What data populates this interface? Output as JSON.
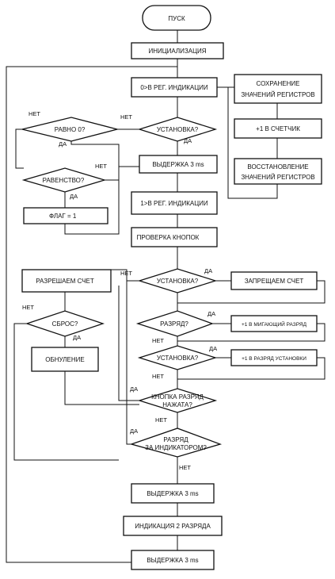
{
  "flowchart": {
    "start": "ПУСК",
    "init": "ИНИЦИАЛИЗАЦИЯ",
    "reg_ind_0": "0>В РЕГ. ИНДИКАЦИИ",
    "save_regs": [
      "СОХРАНЕНИЕ",
      "ЗНАЧЕНИЙ РЕГИСТРОВ"
    ],
    "counter_inc": "+1 В СЧЕТЧИК",
    "restore_regs": [
      "ВОССТАНОВЛЕНИЕ",
      "ЗНАЧЕНИЙ РЕГИСТРОВ"
    ],
    "equals_zero": "РАВНО 0?",
    "setup_q1": "УСТАНОВКА?",
    "delay1": "ВЫДЕРЖКА 3 ms",
    "equality": "РАВЕНСТВО?",
    "flag": "ФЛАГ = 1",
    "reg_ind_1": "1>В РЕГ. ИНДИКАЦИИ",
    "check_buttons": "ПРОВЕРКА КНОПОК",
    "allow_count": "РАЗРЕШАЕМ СЧЕТ",
    "setup_q2": "УСТАНОВКА?",
    "forbid_count": "ЗАПРЕЩАЕМ СЧЕТ",
    "reset_q": "СБРОС?",
    "digit_q": "РАЗРЯД?",
    "blink_inc": "+1 В МИГАЮЩИЙ РАЗРЯД",
    "zeroing": "ОБНУЛЕНИЕ",
    "setup_q3": "УСТАНОВКА?",
    "setup_inc": "+1 В РАЗРЯД УСТАНОВКИ",
    "button_pressed": [
      "КНОПКА РАЗРЯД",
      "НАЖАТА?"
    ],
    "digit_beyond": [
      "РАЗРЯД",
      "ЗА ИНДИКАТОРОМ?"
    ],
    "delay2": "ВЫДЕРЖКА 3 ms",
    "ind2": "ИНДИКАЦИЯ 2 РАЗРЯДА",
    "delay3": "ВЫДЕРЖКА 3 ms"
  },
  "edge_labels": {
    "yes": "ДА",
    "no": "НЕТ"
  }
}
